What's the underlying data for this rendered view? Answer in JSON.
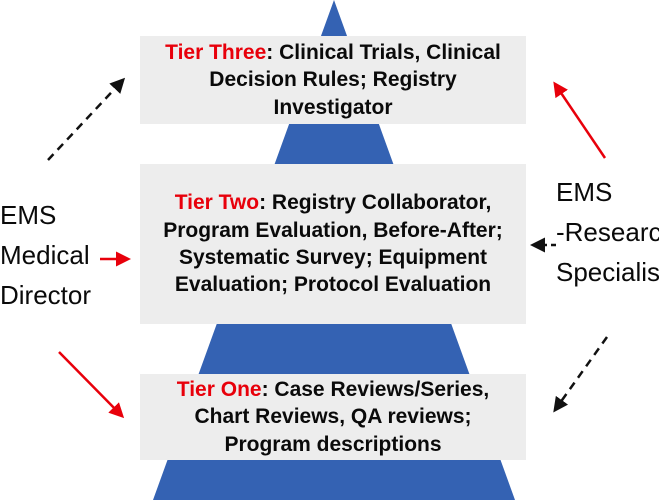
{
  "colors": {
    "pyramid": "#3462b3",
    "box": "#ededed",
    "tier_tag": "#e8000b",
    "dashed_arrow": "#111111",
    "red_arrow": "#e8000b"
  },
  "tiers": {
    "three": {
      "tag": "Tier Three",
      "sep": ": ",
      "text": "Clinical Trials, Clinical Decision Rules; Registry Investigator"
    },
    "two": {
      "tag": "Tier Two",
      "sep": ": ",
      "text": "Registry Collaborator, Program Evaluation, Before-After; Systematic Survey; Equipment Evaluation; Protocol Evaluation"
    },
    "one": {
      "tag": "Tier One",
      "sep": ":  ",
      "text": "Case Reviews/Series, Chart Reviews, QA reviews; Program descriptions"
    }
  },
  "left_label": {
    "lines": [
      "EMS",
      "Medical",
      "Director"
    ]
  },
  "right_label": {
    "lines": [
      "EMS",
      "-Research",
      "Specialist"
    ]
  },
  "arrows": [
    {
      "name": "left-to-tier-three-arrow",
      "style": "dashed"
    },
    {
      "name": "left-to-tier-two-arrow",
      "style": "solid-red"
    },
    {
      "name": "left-to-tier-one-arrow",
      "style": "solid-red"
    },
    {
      "name": "right-to-tier-three-arrow",
      "style": "solid-red"
    },
    {
      "name": "right-to-tier-two-arrow",
      "style": "dashed"
    },
    {
      "name": "right-to-tier-one-arrow",
      "style": "dashed"
    }
  ]
}
